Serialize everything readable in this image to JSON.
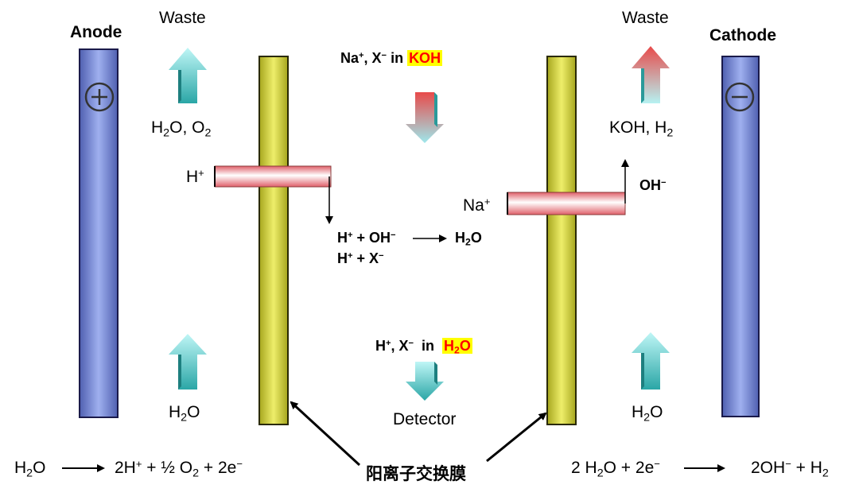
{
  "colors": {
    "electrode": "#6f7fcf",
    "membrane": "#cfcf3f",
    "channel": "#ffb6b9",
    "arrow_teal": "#3fbfbf",
    "arrow_red": "#e84a4a",
    "highlight": "#ffff00",
    "highlight_text": "#ff0000"
  },
  "electrodes": {
    "anode_label": "Anode",
    "cathode_label": "Cathode",
    "anode_sign": "+",
    "cathode_sign": "−"
  },
  "left_chamber": {
    "waste_label": "Waste",
    "top_species": {
      "h": "H",
      "o_sub": "2",
      "mid": "O, O",
      "o2_sub": "2"
    },
    "bottom_inlet": {
      "h": "H",
      "sub": "2",
      "o": "O"
    }
  },
  "right_chamber": {
    "waste_label": "Waste",
    "top_species": {
      "a": "KOH, H",
      "sub": "2"
    },
    "bottom_inlet": {
      "h": "H",
      "sub": "2",
      "o": "O"
    }
  },
  "center": {
    "top_input": {
      "na": "Na",
      "na_sup": "+",
      "x": ", X",
      "x_sup": "−",
      "in": " in ",
      "koh": "KOH"
    },
    "reaction1": {
      "h": "H",
      "h_sup": "+",
      "plus_oh": " + OH",
      "oh_sup": "−",
      "product": "H",
      "product_sub": "2",
      "product_o": "O"
    },
    "reaction2": {
      "h": "H",
      "h_sup": "+",
      "plus_x": " + X",
      "x_sup": "−"
    },
    "bottom_output": {
      "h": "H",
      "h_sup": "+",
      "x": ", X",
      "x_sup": "−",
      "in": "  in  ",
      "h2o_h": "H",
      "h2o_sub": "2",
      "h2o_o": "O"
    },
    "detector_label": "Detector"
  },
  "ions": {
    "left_h": "H",
    "left_h_sup": "+",
    "right_na": "Na",
    "right_na_sup": "+",
    "right_oh": "OH",
    "right_oh_sup": "−"
  },
  "equations": {
    "anode": {
      "a": "H",
      "a_sub": "2",
      "b": "O",
      "c": "2H",
      "c_sup": "+",
      "d": " + ½ O",
      "d_sub": "2",
      "e": " + 2e",
      "e_sup": "−"
    },
    "cathode": {
      "a": "2 H",
      "a_sub": "2",
      "b": "O + 2e",
      "b_sup": "−",
      "c": "2OH",
      "c_sup": "−",
      "d": " + H",
      "d_sub": "2"
    }
  },
  "membrane_label": "阳离子交换膜"
}
